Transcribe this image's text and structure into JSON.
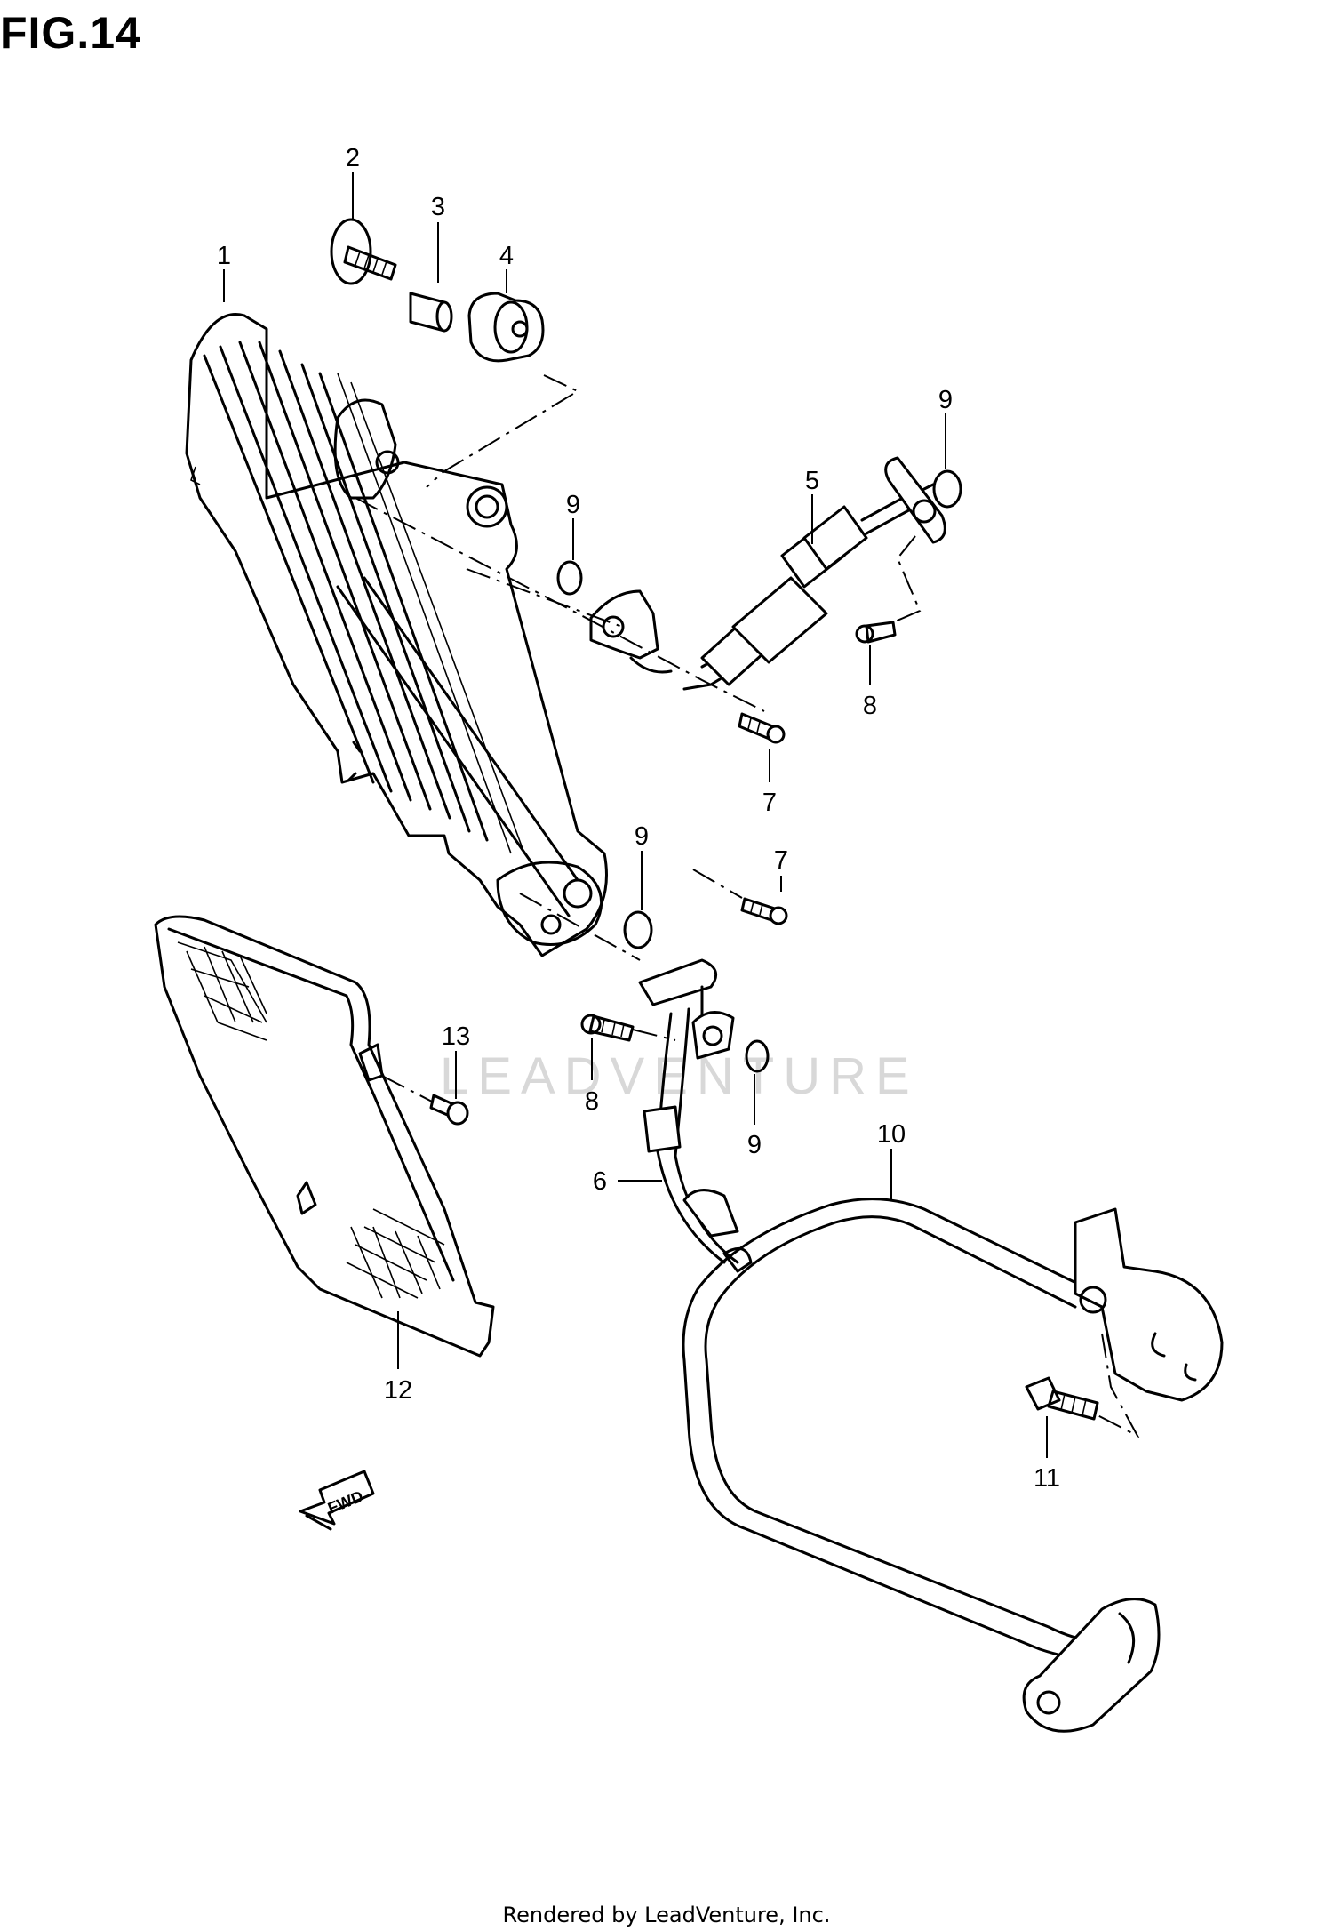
{
  "figure": {
    "title": "FIG.14"
  },
  "watermark": {
    "text": "LEADVENTURE"
  },
  "footer": {
    "text": "Rendered by LeadVenture, Inc."
  },
  "direction_marker": {
    "text": "FWD"
  },
  "callouts": [
    "1",
    "2",
    "3",
    "4",
    "5",
    "6",
    "7",
    "7",
    "8",
    "8",
    "9",
    "9",
    "9",
    "9",
    "10",
    "11",
    "12",
    "13"
  ]
}
